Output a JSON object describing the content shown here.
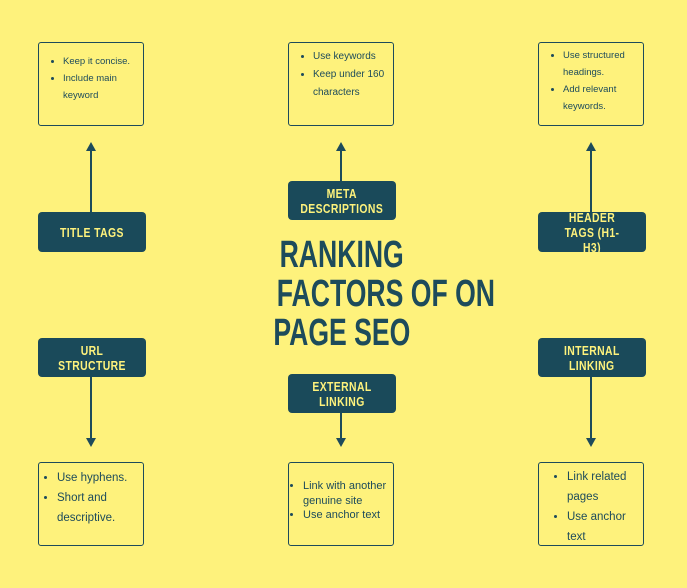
{
  "title": [
    "RANKING",
    "FACTORS OF ON",
    "PAGE SEO"
  ],
  "colors": {
    "background": "#fef27c",
    "primary": "#1a4a5a"
  },
  "nodes": {
    "title_tags": {
      "label": "TITLE TAGS",
      "points": [
        "Keep it concise.",
        "Include main keyword"
      ]
    },
    "meta_descriptions": {
      "label": "META DESCRIPTIONS",
      "points": [
        "Use keywords",
        "Keep under 160 characters"
      ]
    },
    "header_tags": {
      "label": "HEADER TAGS (H1-H3)",
      "points": [
        "Use structured headings.",
        "Add relevant keywords."
      ]
    },
    "url_structure": {
      "label": "URL STRUCTURE",
      "points": [
        "Use hyphens.",
        "Short and descriptive."
      ]
    },
    "external_linking": {
      "label": "EXTERNAL LINKING",
      "points": [
        "Link with another genuine site",
        "Use anchor text"
      ]
    },
    "internal_linking": {
      "label": "INTERNAL LINKING",
      "points": [
        "Link related pages",
        "Use anchor text"
      ]
    }
  }
}
